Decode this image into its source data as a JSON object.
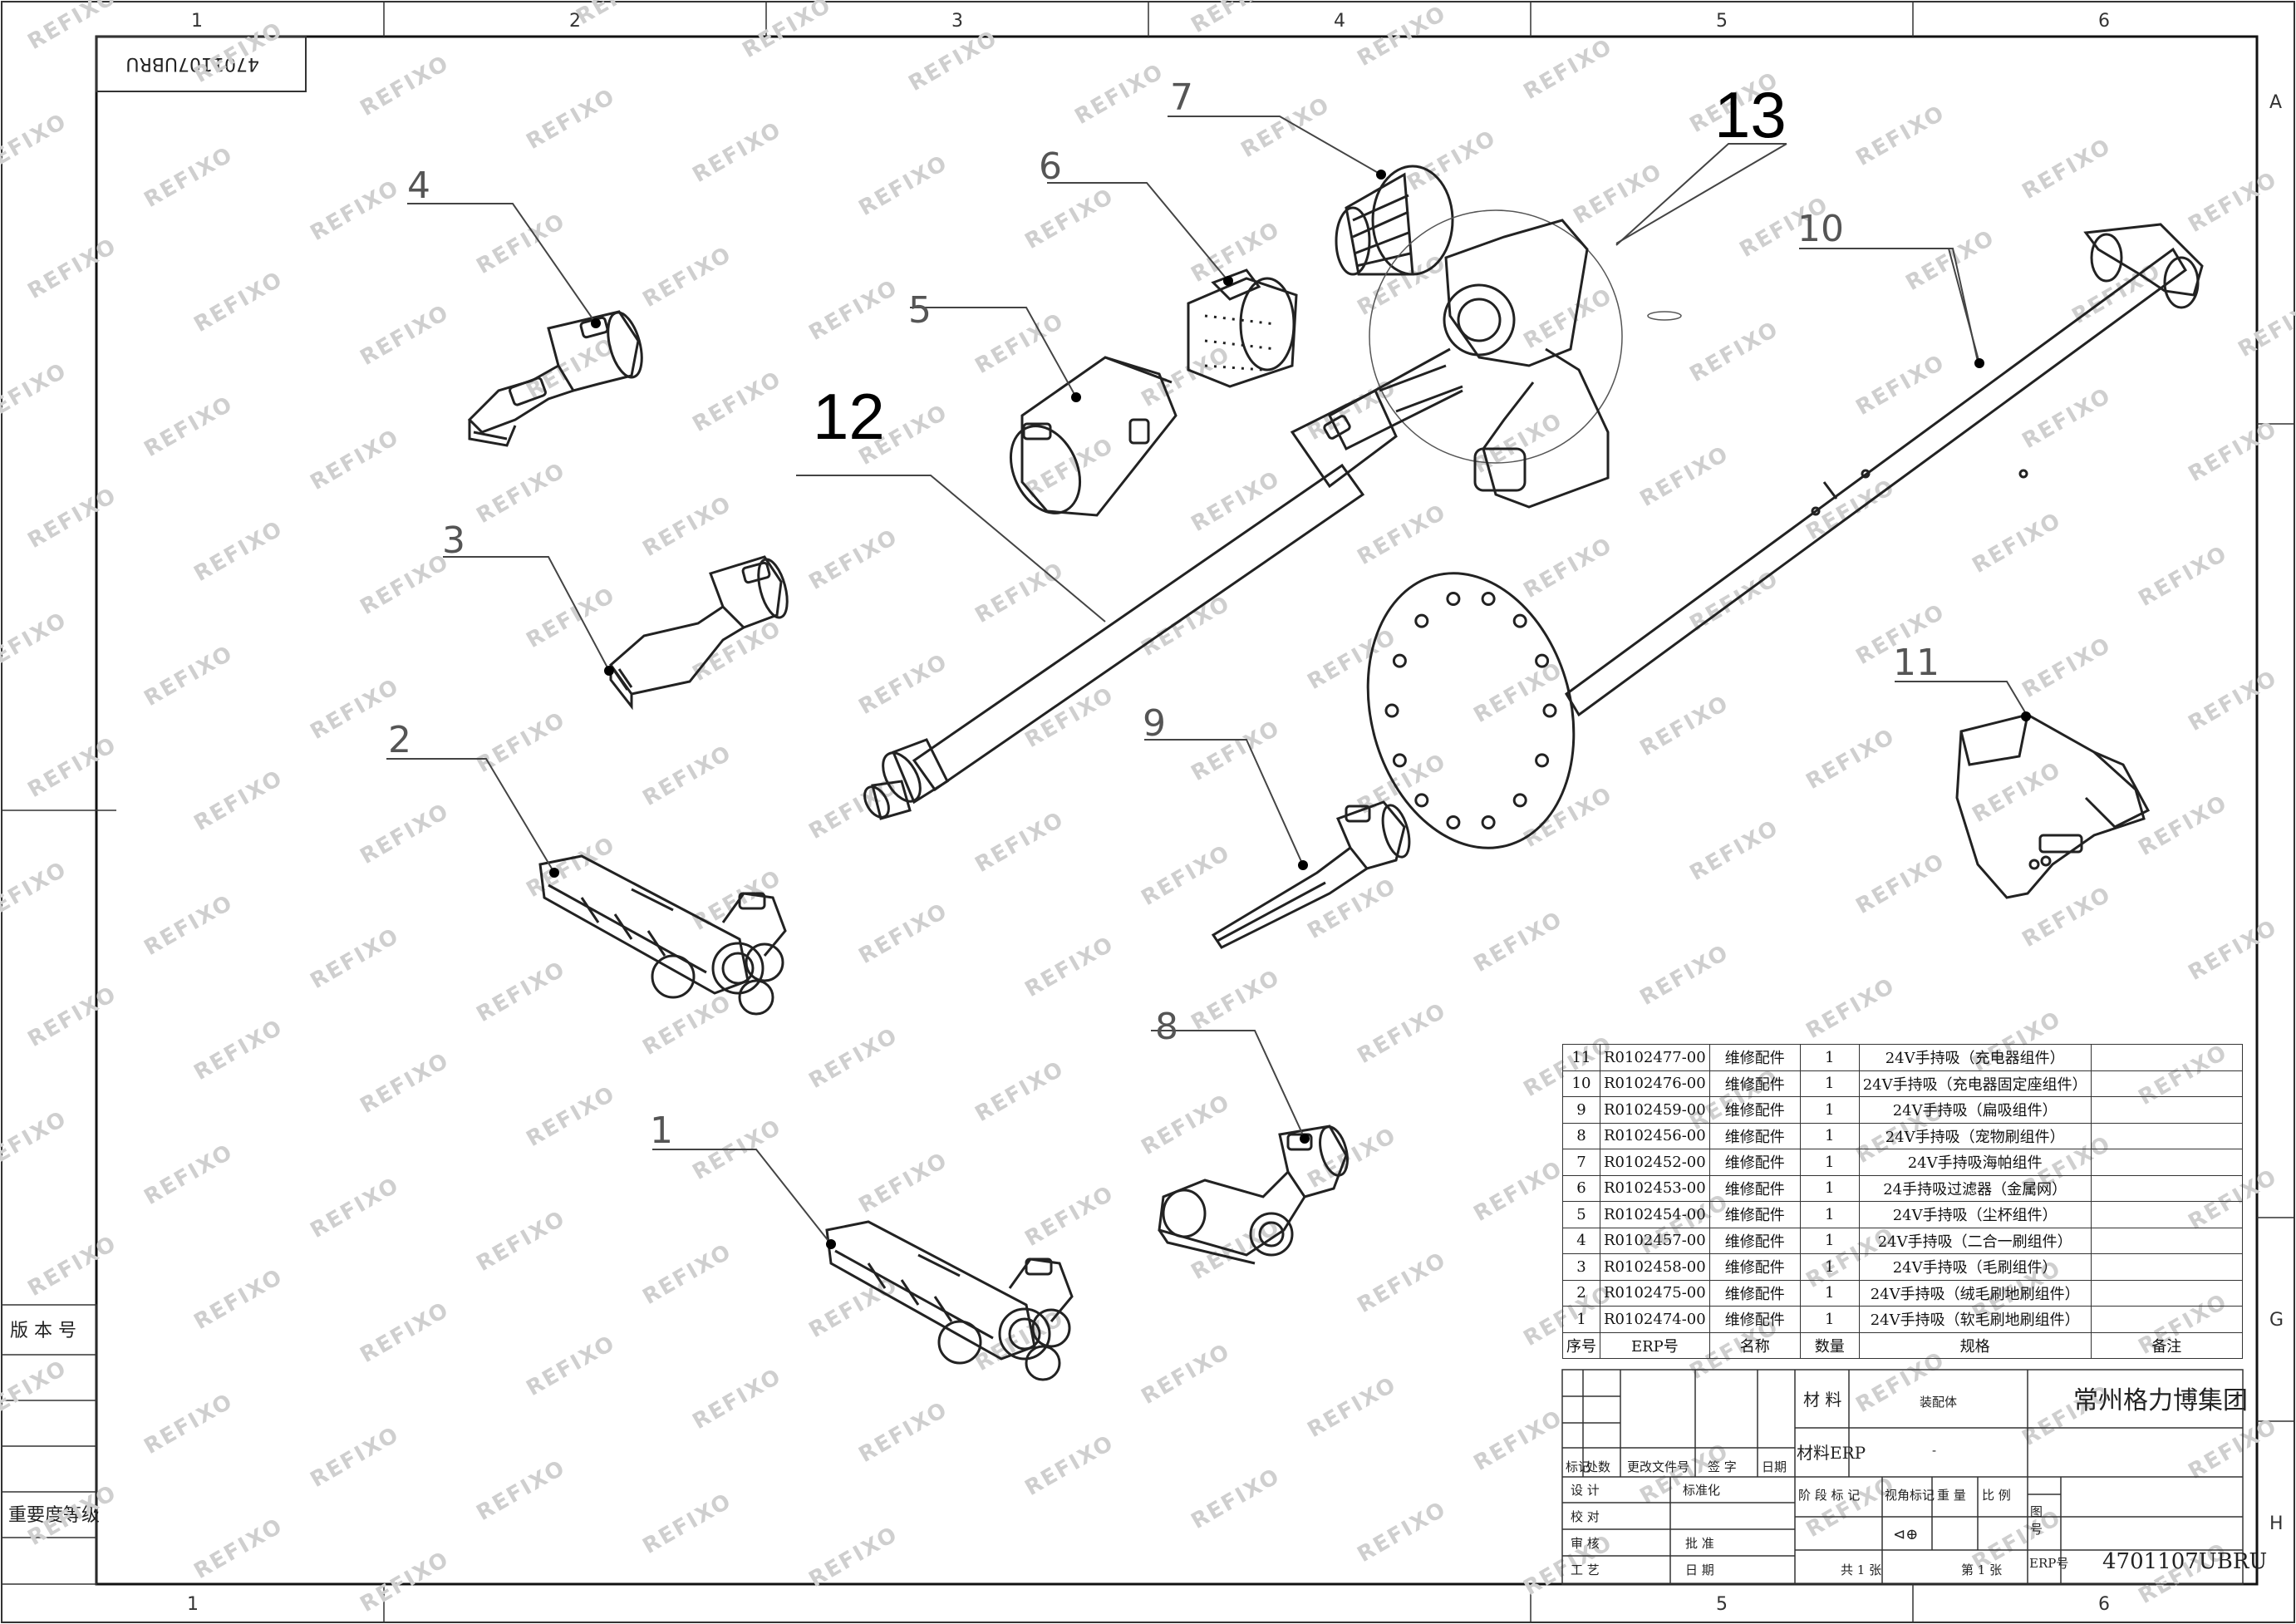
{
  "frame": {
    "zones_top": [
      "1",
      "2",
      "3",
      "4",
      "5",
      "6"
    ],
    "zones_bottom": [
      "1",
      "5",
      "6"
    ],
    "zones_side": [
      "A",
      "G",
      "H"
    ],
    "drawing_no_rotated": "4701107UBRU",
    "side_labels": {
      "version": "版 本 号",
      "importance": "重要度等级"
    }
  },
  "watermark": "REFIXO",
  "callouts": [
    "1",
    "2",
    "3",
    "4",
    "5",
    "6",
    "7",
    "8",
    "9",
    "10",
    "11",
    "12",
    "13"
  ],
  "bom": {
    "headers": [
      "序号",
      "ERP号",
      "名称",
      "数量",
      "规格",
      "备注"
    ],
    "rows": [
      [
        "11",
        "R0102477-00",
        "维修配件",
        "1",
        "24V手持吸（充电器组件）",
        ""
      ],
      [
        "10",
        "R0102476-00",
        "维修配件",
        "1",
        "24V手持吸（充电器固定座组件）",
        ""
      ],
      [
        "9",
        "R0102459-00",
        "维修配件",
        "1",
        "24V手持吸（扁吸组件）",
        ""
      ],
      [
        "8",
        "R0102456-00",
        "维修配件",
        "1",
        "24V手持吸（宠物刷组件）",
        ""
      ],
      [
        "7",
        "R0102452-00",
        "维修配件",
        "1",
        "24V手持吸海帕组件",
        ""
      ],
      [
        "6",
        "R0102453-00",
        "维修配件",
        "1",
        "24手持吸过滤器（金属网）",
        ""
      ],
      [
        "5",
        "R0102454-00",
        "维修配件",
        "1",
        "24V手持吸（尘杯组件）",
        ""
      ],
      [
        "4",
        "R0102457-00",
        "维修配件",
        "1",
        "24V手持吸（二合一刷组件）",
        ""
      ],
      [
        "3",
        "R0102458-00",
        "维修配件",
        "1",
        "24V手持吸（毛刷组件）",
        ""
      ],
      [
        "2",
        "R0102475-00",
        "维修配件",
        "1",
        "24V手持吸（绒毛刷地刷组件）",
        ""
      ],
      [
        "1",
        "R0102474-00",
        "维修配件",
        "1",
        "24V手持吸（软毛刷地刷组件）",
        ""
      ]
    ]
  },
  "title_block": {
    "material_label": "材 料",
    "material_value": "装配体",
    "material_erp_label": "材料ERP",
    "material_erp_value": "-",
    "company": "常州格力博集团",
    "rev_headers": [
      "标记",
      "处数",
      "更改文件号",
      "签 字",
      "日期"
    ],
    "roles": [
      "设 计",
      "校 对",
      "审 核",
      "工 艺"
    ],
    "roles_right": [
      "标准化",
      "批 准",
      "日 期"
    ],
    "stage_headers": [
      "阶 段 标 记",
      "视角标记",
      "重 量",
      "比 例"
    ],
    "sheet_total": "共 1 张",
    "sheet_no": "第 1 张",
    "drawing_no_label": "图号",
    "erp_no_label": "ERP号",
    "erp_no_value": "4701107UBRU"
  }
}
